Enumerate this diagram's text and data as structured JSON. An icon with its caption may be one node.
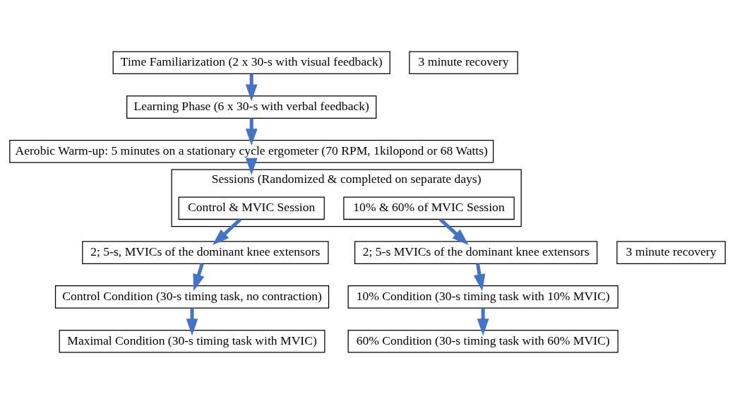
{
  "diagram": {
    "nodes": [
      {
        "text": [
          "Time Familiarization (2 x 30-s with visual feedback)"
        ]
      },
      {
        "text": [
          "Learning Phase (6 x 30-s with verbal feedback)"
        ]
      },
      {
        "text": [
          "Aerobic Warm-up: 5 minutes on a stationary cycle ergometer (70 RPM, 1kilopond or 68 Watts)"
        ]
      },
      {
        "text": [
          "Sessions (Randomized & completed on separate days)"
        ]
      },
      {
        "text": [
          "Control & MVIC Session"
        ],
        "in": 3
      },
      {
        "text": [
          "10% & 60% of MVIC Session"
        ],
        "in": 3
      },
      {
        "text": [
          "2; 5-s, MVICs of the dominant knee extensors"
        ]
      },
      {
        "text": [
          "2; 5-s MVICs of the dominant knee extensors"
        ]
      },
      {
        "text": [
          "3 minute recovery"
        ]
      },
      {
        "text": [
          "Control Condition (30-s timing task, no contraction)"
        ]
      },
      {
        "text": [
          "10% Condition (30-s timing task with 10% MVIC)"
        ]
      },
      {
        "text": [
          "3 minute recovery"
        ]
      },
      {
        "text": [
          "Maximal Condition (30-s timing task with MVIC)"
        ]
      },
      {
        "text": [
          "60% Condition (30-s timing task with 60% MVIC)"
        ]
      }
    ],
    "edges": [
      {
        "from": 0,
        "to": 1,
        "arrow": "to"
      },
      {
        "from": 1,
        "to": 2,
        "arrow": "to"
      },
      {
        "from": 2,
        "to": 3,
        "arrow": "to"
      },
      {
        "from": 4,
        "to": 6,
        "arrow": "to"
      },
      {
        "from": 5,
        "to": 7,
        "arrow": "to"
      },
      {
        "from": 6,
        "to": 9,
        "arrow": "to"
      },
      {
        "from": 7,
        "to": 10,
        "arrow": "to"
      },
      {
        "from": 9,
        "to": 12,
        "arrow": "to"
      },
      {
        "from": 10,
        "to": 13,
        "arrow": "to"
      }
    ]
  }
}
